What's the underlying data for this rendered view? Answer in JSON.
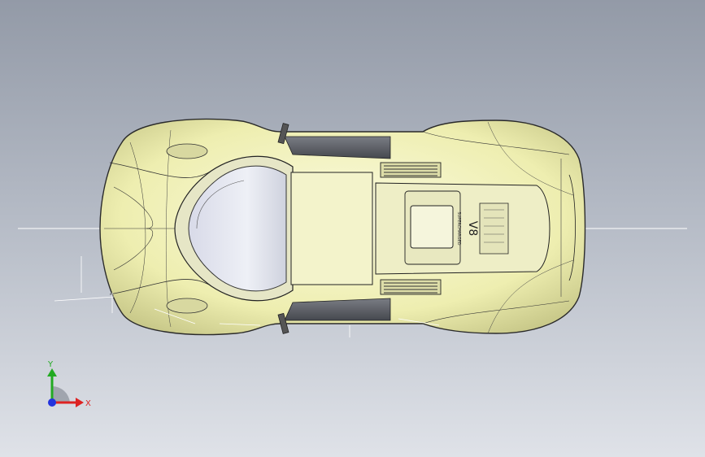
{
  "viewport": {
    "background_top": "#939aa7",
    "background_bottom": "#dfe2e8"
  },
  "model": {
    "body_color": "#f2f2b8",
    "edge_color": "#2a2a2a",
    "engine_badge": "V8",
    "engine_cover_text": "SUPERCHARGED"
  },
  "triad": {
    "y_label": "Y",
    "x_label": "X",
    "y_color": "#22aa22",
    "x_color": "#dd2222",
    "z_color": "#2233dd"
  }
}
